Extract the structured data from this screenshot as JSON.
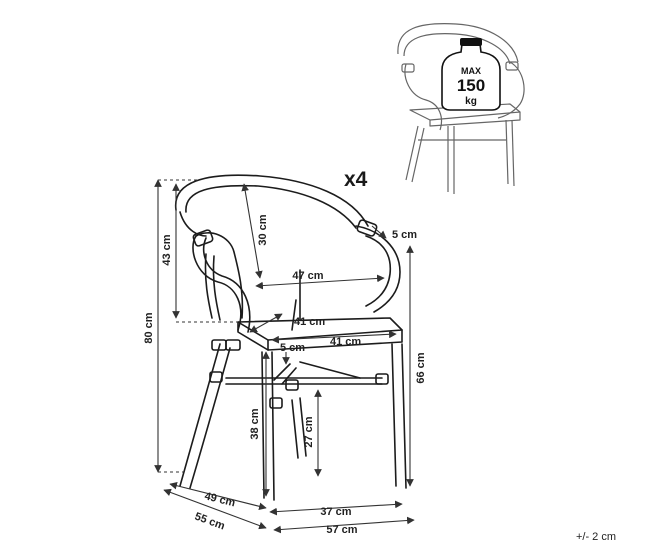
{
  "quantity": "x4",
  "tolerance": "+/- 2 cm",
  "max_load": {
    "line1": "MAX",
    "value": "150",
    "unit": "kg"
  },
  "dimensions": {
    "overall_height": "80 cm",
    "back_height": "43 cm",
    "backrest_height": "30 cm",
    "armrest_width": "5 cm",
    "inner_width": "47 cm",
    "seat_depth": "41 cm",
    "seat_width": "41 cm",
    "seat_thickness": "5 cm",
    "arm_height": "66 cm",
    "seat_height": "38 cm",
    "leg_clearance": "27 cm",
    "base_depth": "49 cm",
    "overall_depth": "55 cm",
    "base_width": "37 cm",
    "overall_width": "57 cm"
  }
}
